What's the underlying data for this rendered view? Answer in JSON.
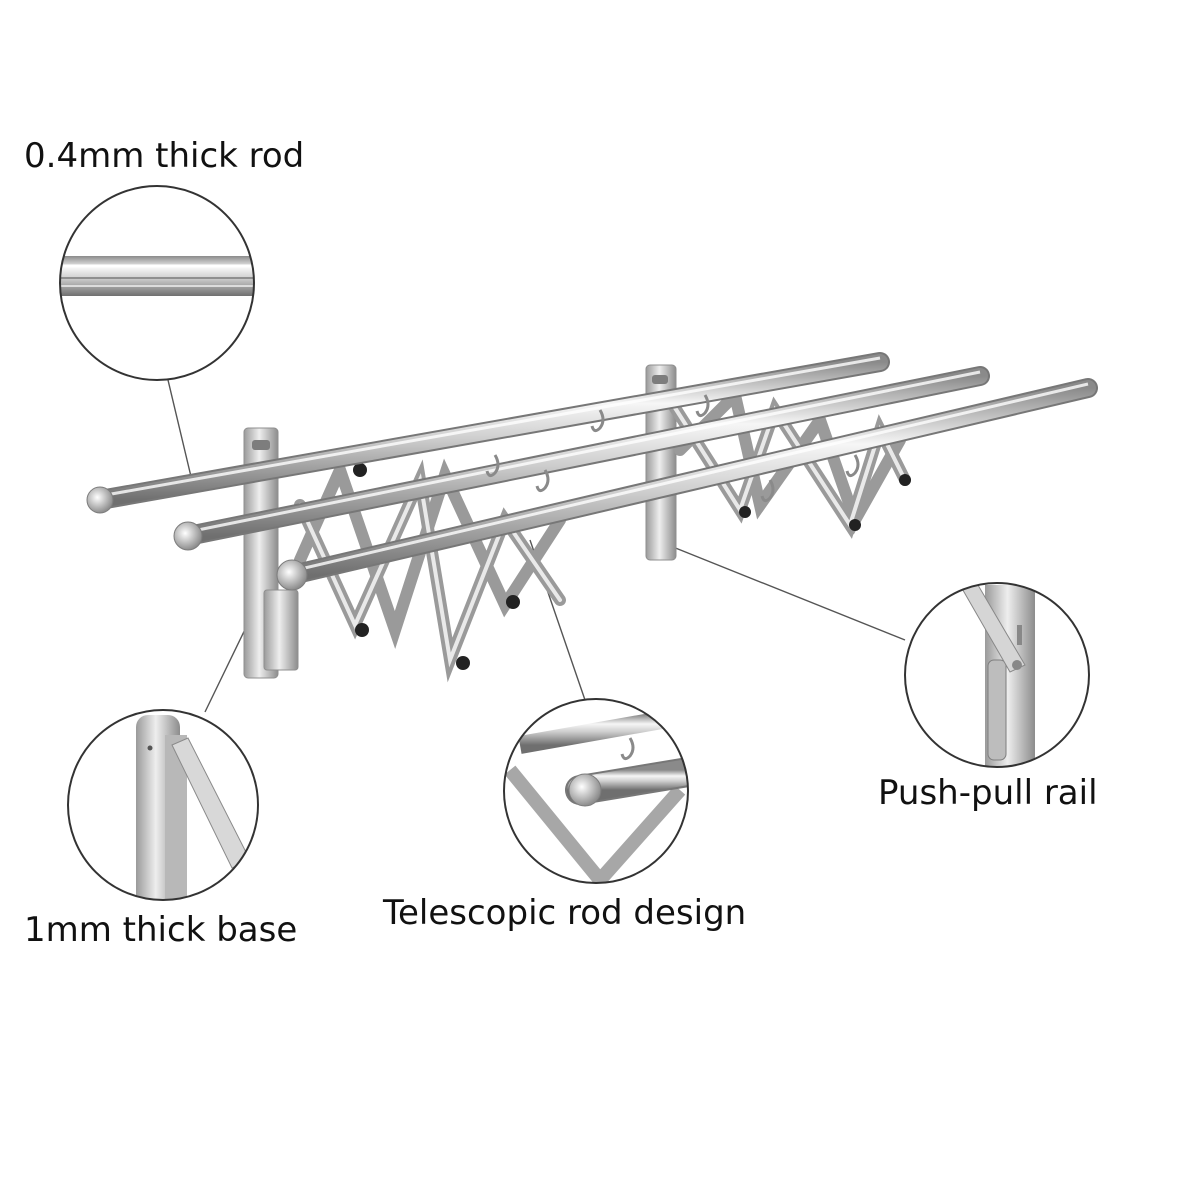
{
  "callouts": {
    "rod_label": "0.4mm thick rod",
    "base_label": "1mm thick base",
    "telescopic_label": "Telescopic rod design",
    "rail_label": "Push-pull rail"
  },
  "colors": {
    "background": "#ffffff",
    "text": "#111111",
    "steel_light": "#f4f4f4",
    "steel_mid": "#c9c9c9",
    "steel_dark": "#7a7a7a",
    "callout_line": "#555555",
    "rubber_foot": "#222222"
  }
}
